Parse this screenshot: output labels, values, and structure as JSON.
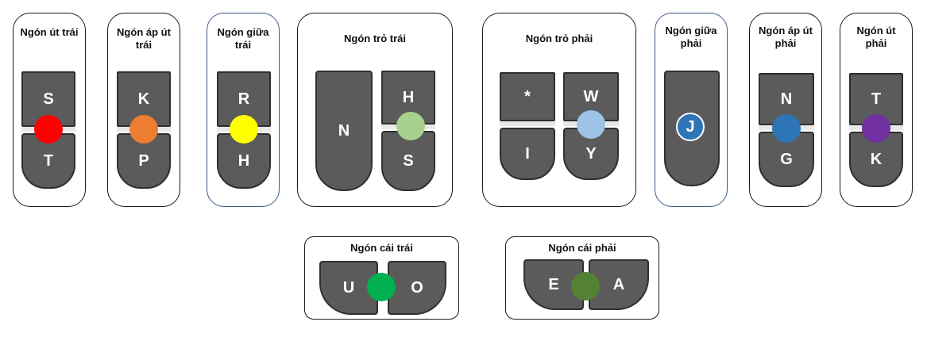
{
  "fingers": [
    {
      "label": "Ngón út trái",
      "top_key": "S",
      "bottom_key": "T",
      "dot_color": "#ff0000"
    },
    {
      "label": "Ngón áp út trái",
      "top_key": "K",
      "bottom_key": "P",
      "dot_color": "#ed7d31"
    },
    {
      "label": "Ngón giữa trái",
      "top_key": "R",
      "bottom_key": "H",
      "dot_color": "#ffff00"
    },
    {
      "label": "Ngón trỏ trái",
      "tall_key": "N",
      "top_key": "H",
      "bottom_key": "S",
      "dot_color": "#a9d18e"
    },
    {
      "label": "Ngón trỏ phải",
      "top_key_1": "*",
      "bottom_key_1": "I",
      "top_key": "W",
      "bottom_key": "Y",
      "dot_color": "#9dc3e6"
    },
    {
      "label": "Ngón giữa phải",
      "dot_letter": "J",
      "dot_color": "#2e75b6"
    },
    {
      "label": "Ngón áp út phải",
      "top_key": "N",
      "bottom_key": "G",
      "dot_color": "#2e75b6"
    },
    {
      "label": "Ngón út phải",
      "top_key": "T",
      "bottom_key": "K",
      "dot_color": "#7030a0"
    }
  ],
  "thumbs": [
    {
      "label": "Ngón cái trái",
      "left_key": "U",
      "right_key": "O",
      "dot_color": "#00b050"
    },
    {
      "label": "Ngón cái phải",
      "left_key": "E",
      "right_key": "A",
      "dot_color": "#548235"
    }
  ]
}
